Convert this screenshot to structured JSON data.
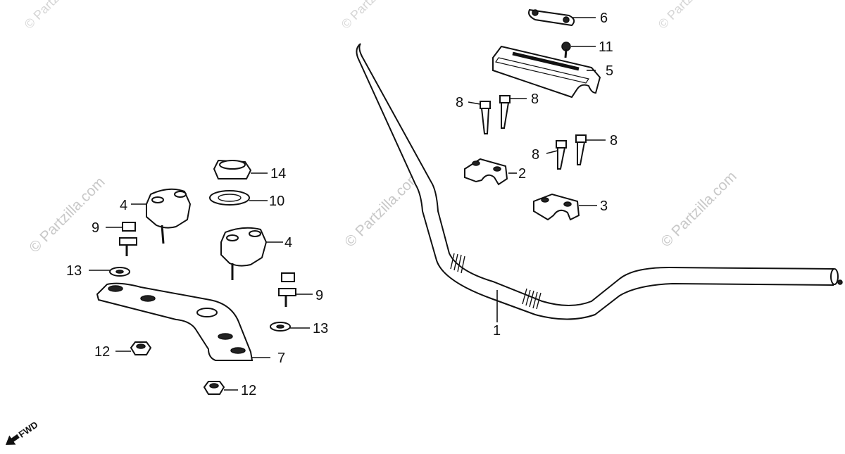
{
  "watermark": {
    "text": "© Partzilla.com",
    "color": "#c8c8c8"
  },
  "direction_indicator": {
    "label": "FWD"
  },
  "callouts": [
    {
      "id": "p1",
      "label": "1"
    },
    {
      "id": "p2",
      "label": "2"
    },
    {
      "id": "p3",
      "label": "3"
    },
    {
      "id": "p4a",
      "label": "4"
    },
    {
      "id": "p4b",
      "label": "4"
    },
    {
      "id": "p5",
      "label": "5"
    },
    {
      "id": "p6",
      "label": "6"
    },
    {
      "id": "p7",
      "label": "7"
    },
    {
      "id": "p8a",
      "label": "8"
    },
    {
      "id": "p8b",
      "label": "8"
    },
    {
      "id": "p8c",
      "label": "8"
    },
    {
      "id": "p8d",
      "label": "8"
    },
    {
      "id": "p9a",
      "label": "9"
    },
    {
      "id": "p9b",
      "label": "9"
    },
    {
      "id": "p10",
      "label": "10"
    },
    {
      "id": "p11",
      "label": "11"
    },
    {
      "id": "p12a",
      "label": "12"
    },
    {
      "id": "p12b",
      "label": "12"
    },
    {
      "id": "p13a",
      "label": "13"
    },
    {
      "id": "p13b",
      "label": "13"
    },
    {
      "id": "p14",
      "label": "14"
    }
  ]
}
